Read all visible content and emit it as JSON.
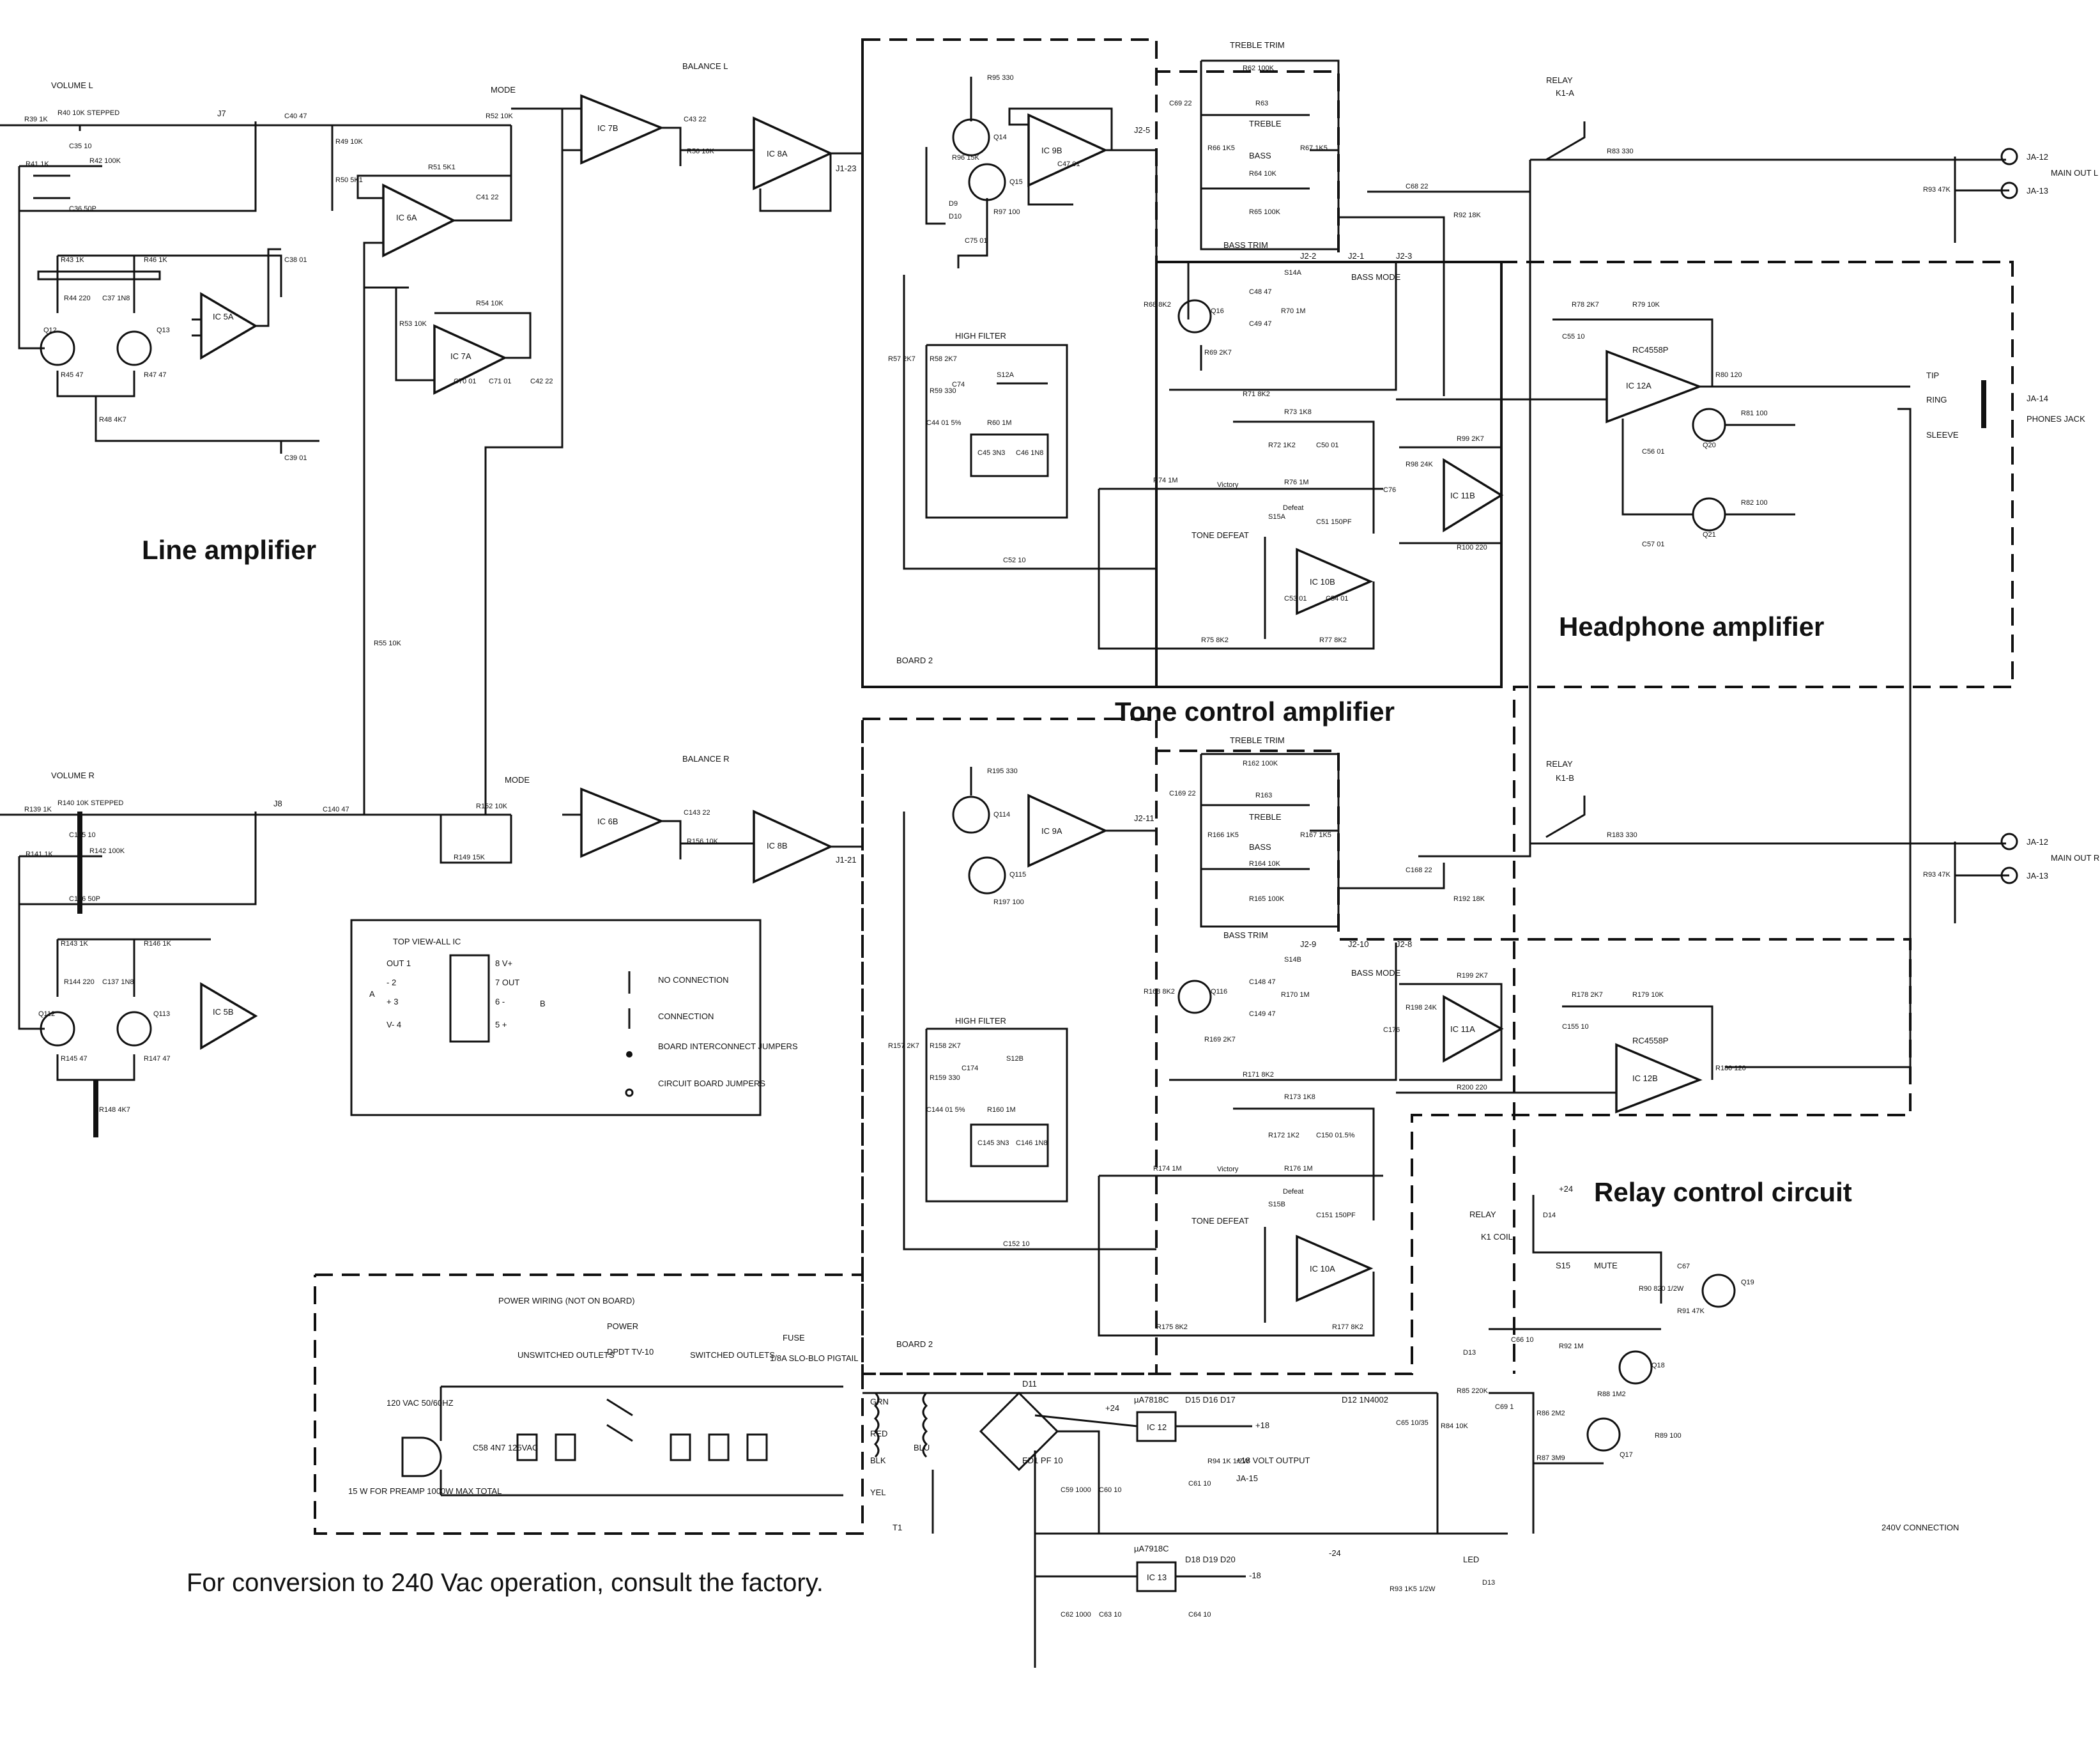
{
  "sections": {
    "line_amplifier": "Line amplifier",
    "tone_control_amplifier": "Tone control amplifier",
    "headphone_amplifier": "Headphone amplifier",
    "relay_control_circuit": "Relay control circuit"
  },
  "note": "For conversion to 240 Vac operation, consult the factory.",
  "boards": {
    "board2_upper": "BOARD 2",
    "board2_lower": "BOARD 2"
  },
  "controls": {
    "volume_l": "VOLUME L",
    "volume_r": "VOLUME R",
    "balance_l": "BALANCE L",
    "balance_r": "BALANCE R",
    "mode": "MODE",
    "treble_trim": "TREBLE TRIM",
    "bass_trim": "BASS TRIM",
    "treble": "TREBLE",
    "bass": "BASS",
    "high_filter": "HIGH FILTER",
    "tone_defeat": "TONE DEFEAT",
    "bass_mode": "BASS MODE",
    "relay": "RELAY",
    "mute": "MUTE",
    "led": "LED",
    "defeat": "Defeat",
    "victory": "Victory"
  },
  "ics": {
    "ic5a": "IC 5A",
    "ic5b": "IC 5B",
    "ic6a": "IC 6A",
    "ic6b": "IC 6B",
    "ic7a": "IC 7A",
    "ic7b": "IC 7B",
    "ic8a": "IC 8A",
    "ic8b": "IC 8B",
    "ic9a": "IC 9A",
    "ic9b": "IC 9B",
    "ic10a": "IC 10A",
    "ic10b": "IC 10B",
    "ic11a": "IC 11A",
    "ic11b": "IC 11B",
    "ic12a": "IC 12A",
    "ic12b": "IC 12B",
    "ic12": "IC 12",
    "ic13": "IC 13",
    "rc4558p": "RC4558P",
    "ua7818c": "µA7818C",
    "ua7918c": "µA7918C"
  },
  "connectors": {
    "j7": "J7",
    "j8": "J8",
    "j2_5": "J2-5",
    "j2_11": "J2-11",
    "j1_23": "J1-23",
    "j1_21": "J1-21",
    "j2_2": "J2-2",
    "j2_1": "J2-1",
    "j2_3": "J2-3",
    "j2_9": "J2-9",
    "j2_10": "J2-10",
    "j2_8": "J2-8",
    "ja12_l": "JA-12",
    "ja13_l": "JA-13",
    "ja12_r": "JA-12",
    "ja13_r": "JA-13",
    "main_out_l": "MAIN OUT L",
    "main_out_r": "MAIN OUT R",
    "ja14": "JA-14",
    "phones_jack": "PHONES JACK",
    "tip": "TIP",
    "ring": "RING",
    "sleeve": "SLEEVE",
    "ja15": "JA-15",
    "plus18_out": "+18 VOLT OUTPUT"
  },
  "relay": {
    "k1a": "K1-A",
    "k1b": "K1-B",
    "k1coil": "K1 COIL",
    "s15": "S15"
  },
  "legend": {
    "title": "TOP VIEW-ALL IC",
    "pins_left": [
      "OUT 1",
      "- 2",
      "+ 3",
      "V- 4"
    ],
    "pins_right": [
      "8 V+",
      "7 OUT",
      "6 -",
      "5 +"
    ],
    "side_a": "A",
    "side_b": "B",
    "no_connection": "NO CONNECTION",
    "connection": "CONNECTION",
    "board_jumpers": "BOARD INTERCONNECT JUMPERS",
    "circuit_jumpers": "CIRCUIT BOARD JUMPERS"
  },
  "power": {
    "title": "POWER WIRING (NOT ON BOARD)",
    "power": "POWER",
    "dpdt": "DPDT TV-10",
    "unswitched": "UNSWITCHED OUTLETS",
    "switched": "SWITCHED OUTLETS",
    "fuse": "FUSE",
    "fuse_spec": "1/8A SLO-BLO PIGTAIL",
    "mains": "120 VAC 50/60HZ",
    "max": "15 W FOR PREAMP 1000W MAX TOTAL",
    "c58": "C58 4N7 125VAC",
    "t1": "T1",
    "grn": "GRN",
    "red": "RED",
    "blk": "BLK",
    "yel": "YEL",
    "blu": "BLU",
    "conn240": "240V CONNECTION",
    "d11": "D11",
    "ed1": "ED1 PF 10",
    "d12": "D12 1N4002",
    "d15": "D15 D16 D17",
    "d18": "D18 D19 D20",
    "plus24": "+24",
    "minus24": "-24",
    "plus18": "+18",
    "minus18": "-18"
  },
  "components": {
    "r39": "R39 1K",
    "r40": "R40 10K STEPPED",
    "r41": "R41 1K",
    "r42": "R42 100K",
    "c35": "C35 10",
    "c36": "C36 50P",
    "c37": "C37 1N8",
    "c38": "C38 01",
    "c39": "C39 01",
    "r43": "R43 1K",
    "r44": "R44 220",
    "r45": "R45 47",
    "r46": "R46 1K",
    "r47": "R47 47",
    "r48": "R48 4K7",
    "q12": "Q12",
    "q13": "Q13",
    "c40": "C40 47",
    "r49": "R49 10K",
    "r50": "R50 5K1",
    "r51": "R51 5K1",
    "r52": "R52 10K",
    "c41": "C41 22",
    "r53": "R53 10K",
    "r54": "R54 10K",
    "c70": "C70 01",
    "c71": "C71 01",
    "c42": "C42 22",
    "r55": "R55 10K",
    "c43": "C43 22",
    "r56": "R56 10K",
    "r95": "R95 330",
    "q14": "Q14",
    "q15": "Q15",
    "r96": "R96 15K",
    "d9": "D9",
    "d10": "D10",
    "r97": "R97 100",
    "c75": "C75 01",
    "c47": "C47 01",
    "c69": "C69 22",
    "r62": "R62 100K",
    "r63": "R63",
    "r66": "R66 1K5",
    "r67": "R67 1K5",
    "r64": "R64 10K",
    "r65": "R65 100K",
    "c68": "C68 22",
    "r92": "R92 18K",
    "r83": "R83 330",
    "r93": "R93 47K",
    "r57": "R57 2K7",
    "r58": "R58 2K7",
    "r59": "R59 330",
    "c74": "C74",
    "c44": "C44 01 5%",
    "r60": "R60 1M",
    "c45": "C45 3N3",
    "c46": "C46 1N8",
    "s12a": "S12A",
    "r68": "R68 8K2",
    "q16": "Q16",
    "r69": "R69 2K7",
    "c48": "C48 47",
    "c49": "C49 47",
    "r70": "R70 1M",
    "s14a": "S14A",
    "r71": "R71 8K2",
    "r73": "R73 1K8",
    "r72": "R72 1K2",
    "c50": "C50 01",
    "r74": "R74 1M",
    "r76": "R76 1M",
    "s15a": "S15A",
    "c51": "C51 150PF",
    "c76": "C76",
    "r98": "R98 24K",
    "r99": "R99 2K7",
    "r100": "R100 220",
    "c52": "C52 10",
    "c53": "C53 01",
    "c54": "C54 01",
    "r75": "R75 8K2",
    "r77": "R77 8K2",
    "r78": "R78 2K7",
    "r79": "R79 10K",
    "c55": "C55 10",
    "r80": "R80 120",
    "r81": "R81 100",
    "r82": "R82 100",
    "c56": "C56 01",
    "c57": "C57 01",
    "q20": "Q20",
    "q21": "Q21",
    "r139": "R139 1K",
    "r140": "R140 10K STEPPED",
    "r141": "R141 1K",
    "r142": "R142 100K",
    "c135": "C135 10",
    "c136": "C136 50P",
    "r143": "R143 1K",
    "r144": "R144 220",
    "c137": "C137 1N8",
    "r145": "R145 47",
    "r146": "R146 1K",
    "r147": "R147 47",
    "r148": "R148 4K7",
    "q112": "Q112",
    "q113": "Q113",
    "c140": "C140 47",
    "r152": "R152 10K",
    "r149": "R149 15K",
    "c143": "C143 22",
    "r156": "R156 10K",
    "r195": "R195 330",
    "q114": "Q114",
    "q115": "Q115",
    "r197": "R197 100",
    "c169": "C169 22",
    "r162": "R162 100K",
    "r163": "R163",
    "r166": "R166 1K5",
    "r167": "R167 1K5",
    "r164": "R164 10K",
    "r165": "R165 100K",
    "c168": "C168 22",
    "r192": "R192 18K",
    "r183": "R183 330",
    "r193": "R93 47K",
    "r157": "R157 2K7",
    "r158": "R158 2K7",
    "r159": "R159 330",
    "c174": "C174",
    "c144": "C144 01 5%",
    "r160": "R160 1M",
    "c145": "C145 3N3",
    "c146": "C146 1N8",
    "s12b": "S12B",
    "r168": "R168 8K2",
    "q116": "Q116",
    "r169": "R169 2K7",
    "c148": "C148 47",
    "c149": "C149 47",
    "r170": "R170 1M",
    "s14b": "S14B",
    "r171": "R171 8K2",
    "r173": "R173 1K8",
    "r172": "R172 1K2",
    "c150": "C150 01.5%",
    "r174": "R174 1M",
    "r176": "R176 1M",
    "s15b": "S15B",
    "c151": "C151 150PF",
    "r198": "R198 24K",
    "r199": "R199 2K7",
    "r200": "R200 220",
    "c176": "C176",
    "c152": "C152 10",
    "r175": "R175 8K2",
    "r177": "R177 8K2",
    "r178": "R178 2K7",
    "r179": "R179 10K",
    "c155": "C155 10",
    "r180": "R180 120",
    "d14": "D14",
    "r90": "R90 820 1/2W",
    "r91": "R91 47K",
    "q19": "Q19",
    "c67": "C67",
    "c66": "C66 10",
    "r92b": "R92 1M",
    "d13": "D13",
    "r85": "R85 220K",
    "c69b": "C69 1",
    "r86": "R86 2M2",
    "r87": "R87 3M9",
    "r84": "R84 10K",
    "c65": "C65 10/35",
    "r88": "R88 1M2",
    "r89": "R89 100",
    "q17": "Q17",
    "q18": "Q18",
    "c59": "C59 1000",
    "c60": "C60 10",
    "c61": "C61 10",
    "r94": "R94 1K 1/2W",
    "c62": "C62 1000",
    "c63": "C63 10",
    "c64": "C64 10",
    "r93b": "R93 1K5 1/2W",
    "d13b": "D13"
  }
}
